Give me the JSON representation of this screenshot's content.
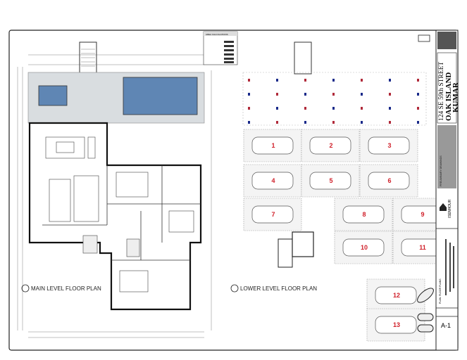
{
  "title_block": {
    "address": "124 SE 59th STREET",
    "town": "OAK ISLAND",
    "client": "KUMAR",
    "status": "PRELIMINARY DRAWINGS",
    "company": "ISENHOUR",
    "sheet_title": "PLAN: FLOOR PLANS",
    "sheet_number": "A-1"
  },
  "area_table": {
    "title": "AREA CALCULATIONS"
  },
  "drawings": {
    "main": {
      "title": "MAIN LEVEL FLOOR PLAN"
    },
    "lower": {
      "title": "LOWER LEVEL FLOOR PLAN"
    }
  },
  "parking_spaces": [
    "1",
    "2",
    "3",
    "4",
    "5",
    "6",
    "7",
    "8",
    "9",
    "10",
    "11",
    "12",
    "13"
  ],
  "colors": {
    "pool": "#5f86b4",
    "deck": "#d9dde0",
    "parking_number": "#d0202a",
    "line": "#1a1a1a"
  }
}
